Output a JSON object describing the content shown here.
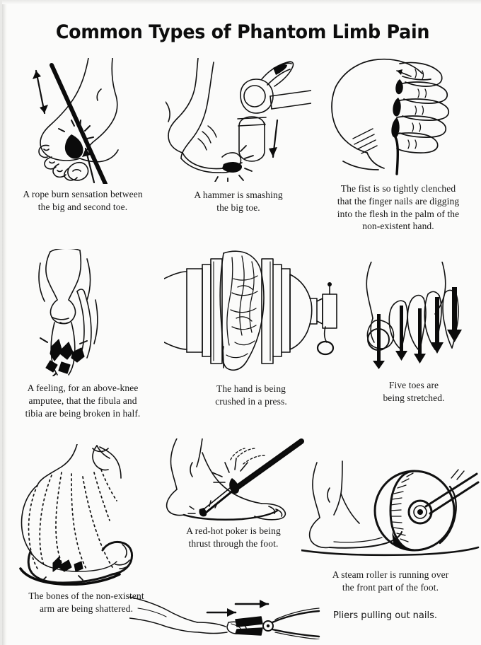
{
  "poster": {
    "title": "Common Types of Phantom Limb Pain",
    "background_color": "#fbfbfa",
    "ink_color": "#111111"
  },
  "panels": [
    {
      "id": "rope-burn",
      "illustration": "foot-with-rope-between-toes",
      "caption_lines": [
        "A rope burn sensation between",
        "the big and second toe."
      ]
    },
    {
      "id": "hammer",
      "illustration": "claw-hammer-striking-big-toe",
      "caption_lines": [
        "A hammer is smashing",
        "the big toe."
      ]
    },
    {
      "id": "clenched-fist",
      "illustration": "tightly-clenched-fist",
      "caption_lines": [
        "The fist is so tightly clenched",
        "that the finger nails are digging",
        "into the flesh in the palm of the",
        "non-existent hand."
      ]
    },
    {
      "id": "broken-bones",
      "illustration": "above-knee-leg-bones-breaking",
      "caption_lines": [
        "A feeling, for an above-knee",
        "amputee, that the fibula and",
        "tibia are being broken in half."
      ]
    },
    {
      "id": "hand-press",
      "illustration": "hand-crushed-in-vise-press",
      "caption_lines": [
        "The hand is being",
        "crushed in a press."
      ]
    },
    {
      "id": "stretched-toes",
      "illustration": "five-toes-pulled-by-arrows",
      "caption_lines": [
        "Five toes are",
        "being stretched."
      ]
    },
    {
      "id": "shattered-arm",
      "illustration": "shattered-arm-bones-dotted",
      "caption_lines": [
        "The bones of the non-existent",
        "arm are being shattered."
      ]
    },
    {
      "id": "red-hot-poker",
      "illustration": "poker-thrust-through-foot",
      "caption_lines": [
        "A red-hot poker is being",
        "thrust through the foot."
      ]
    },
    {
      "id": "steam-roller",
      "illustration": "steam-roller-over-foot",
      "caption_lines": [
        "A steam roller is running over",
        "the front part of the foot."
      ]
    },
    {
      "id": "pliers",
      "illustration": "pliers-pulling-nail-from-finger",
      "caption_lines": [
        "Pliers pulling out nails."
      ]
    }
  ]
}
